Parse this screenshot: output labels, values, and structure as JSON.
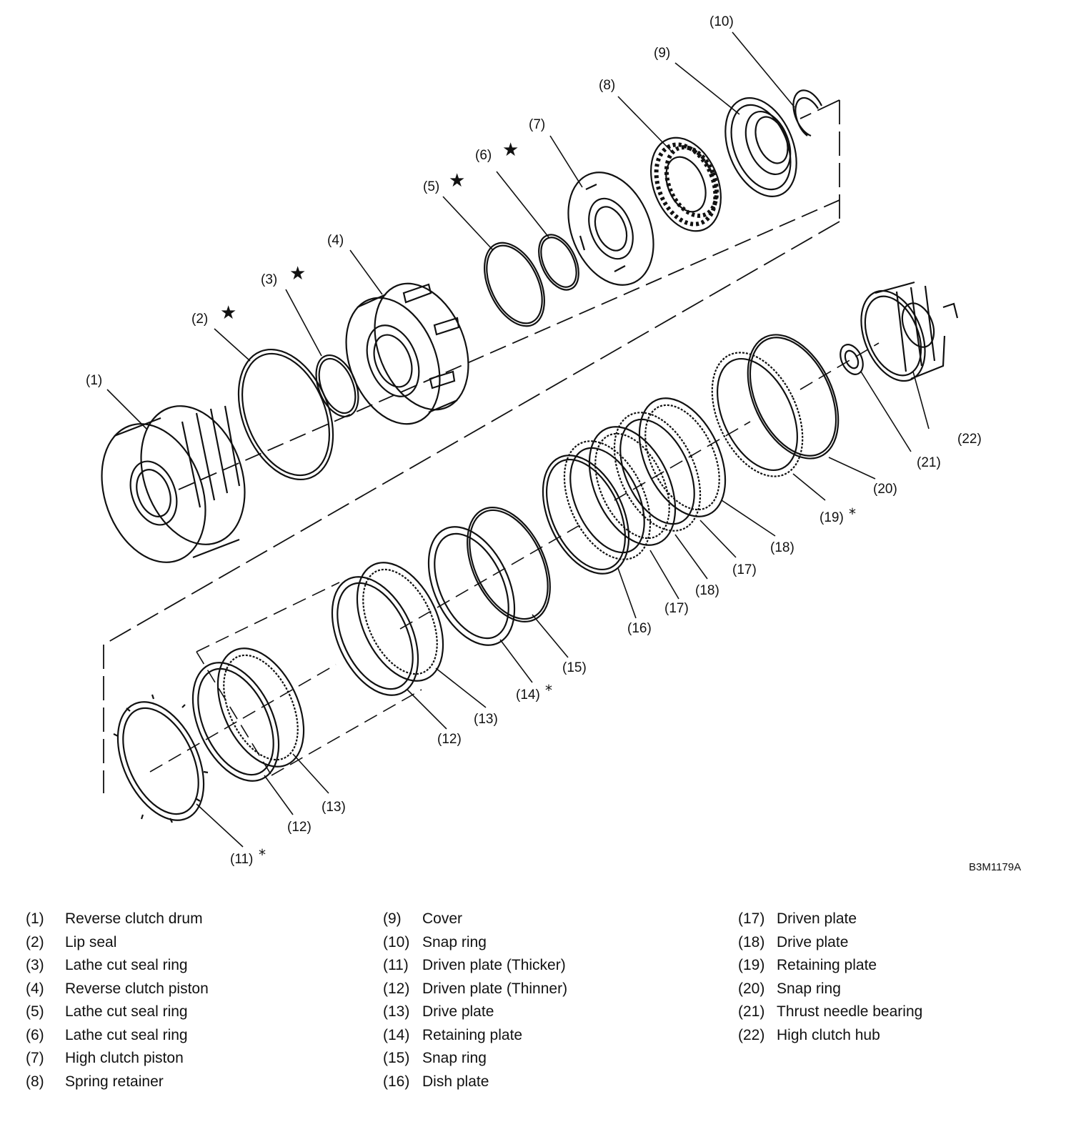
{
  "diagram": {
    "reference_code": "B3M1179A",
    "callouts": {
      "c1": "(1)",
      "c2": "(2)",
      "c3": "(3)",
      "c4": "(4)",
      "c5": "(5)",
      "c6": "(6)",
      "c7": "(7)",
      "c8": "(8)",
      "c9": "(9)",
      "c10": "(10)",
      "c11": "(11)",
      "c12a": "(12)",
      "c12b": "(12)",
      "c13a": "(13)",
      "c13b": "(13)",
      "c14": "(14)",
      "c15": "(15)",
      "c16": "(16)",
      "c17a": "(17)",
      "c17b": "(17)",
      "c18a": "(18)",
      "c18b": "(18)",
      "c19": "(19)",
      "c20": "(20)",
      "c21": "(21)",
      "c22": "(22)"
    },
    "marks": {
      "star": "★",
      "asterisk": "*"
    }
  },
  "legend": {
    "col1": [
      {
        "num": "(1)",
        "label": "Reverse clutch drum"
      },
      {
        "num": "(2)",
        "label": "Lip seal"
      },
      {
        "num": "(3)",
        "label": "Lathe cut seal ring"
      },
      {
        "num": "(4)",
        "label": "Reverse clutch piston"
      },
      {
        "num": "(5)",
        "label": "Lathe cut seal ring"
      },
      {
        "num": "(6)",
        "label": "Lathe cut seal ring"
      },
      {
        "num": "(7)",
        "label": "High clutch piston"
      },
      {
        "num": "(8)",
        "label": "Spring retainer"
      }
    ],
    "col2": [
      {
        "num": "(9)",
        "label": "Cover"
      },
      {
        "num": "(10)",
        "label": "Snap ring"
      },
      {
        "num": "(11)",
        "label": "Driven plate (Thicker)"
      },
      {
        "num": "(12)",
        "label": "Driven plate (Thinner)"
      },
      {
        "num": "(13)",
        "label": "Drive plate"
      },
      {
        "num": "(14)",
        "label": "Retaining plate"
      },
      {
        "num": "(15)",
        "label": "Snap ring"
      },
      {
        "num": "(16)",
        "label": "Dish plate"
      }
    ],
    "col3": [
      {
        "num": "(17)",
        "label": "Driven plate"
      },
      {
        "num": "(18)",
        "label": "Drive plate"
      },
      {
        "num": "(19)",
        "label": "Retaining plate"
      },
      {
        "num": "(20)",
        "label": "Snap ring"
      },
      {
        "num": "(21)",
        "label": "Thrust needle bearing"
      },
      {
        "num": "(22)",
        "label": "High clutch hub"
      }
    ]
  }
}
